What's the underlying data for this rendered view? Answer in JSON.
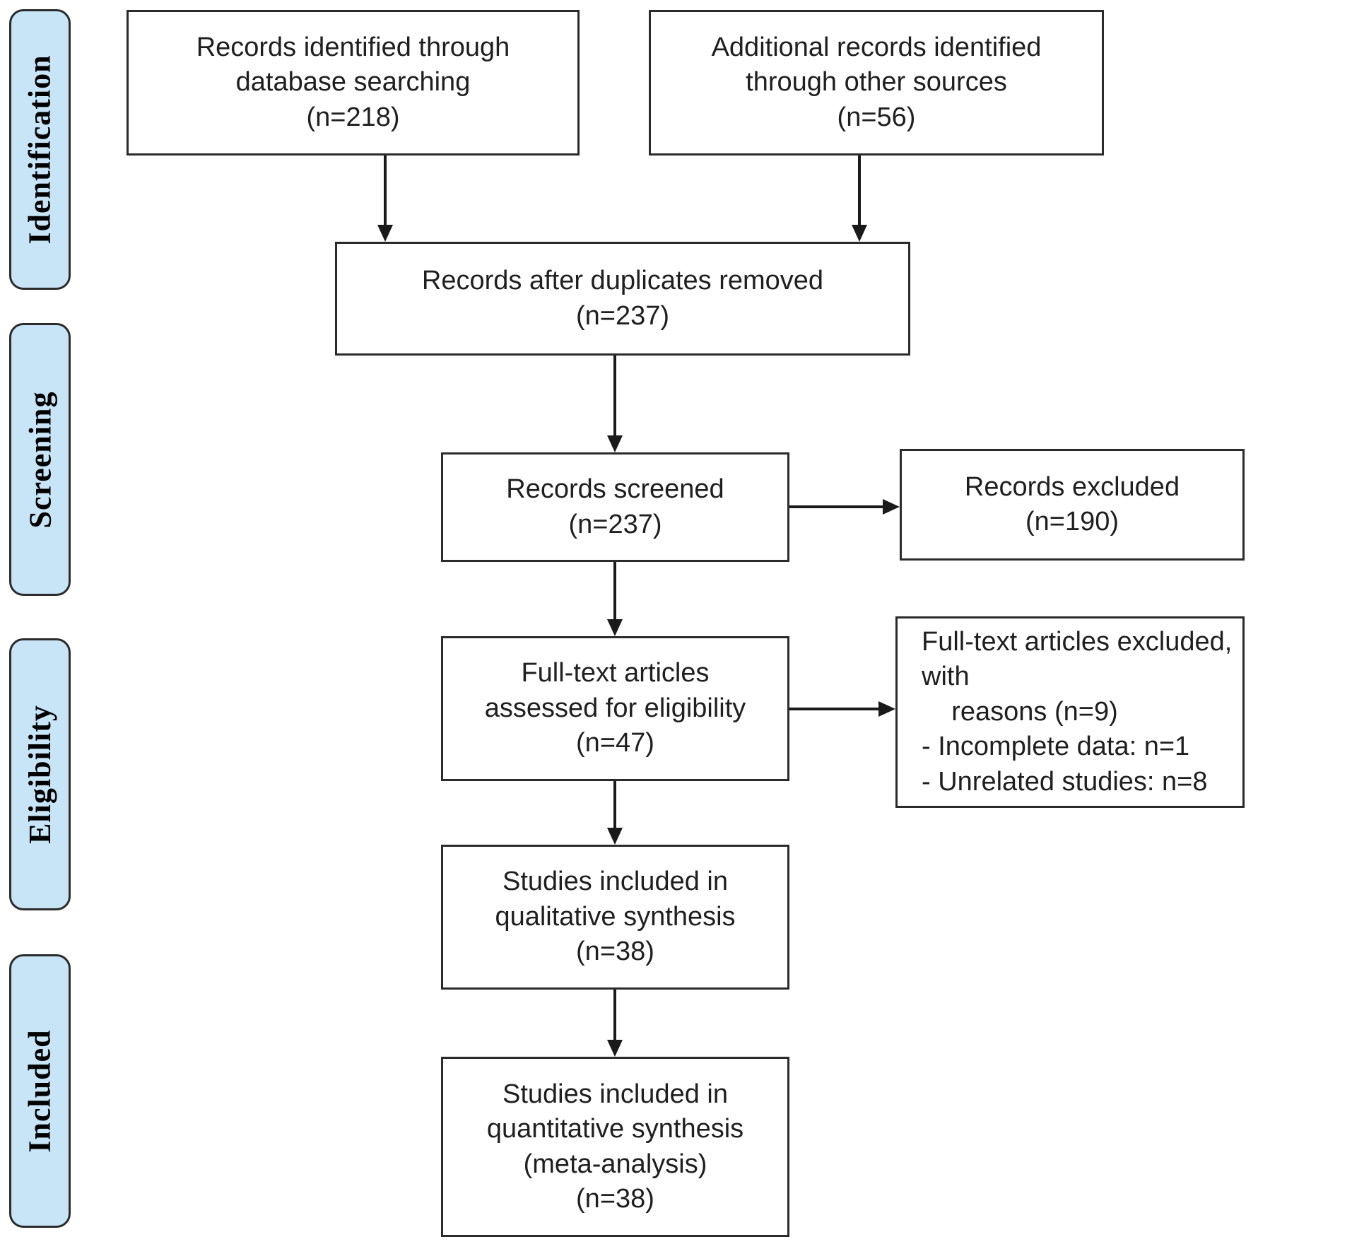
{
  "title": "PRISMA flow diagram",
  "colors": {
    "stage_fill": "#c8e4f7",
    "stage_border": "#2b2b2b",
    "box_border": "#2b2b2b",
    "arrow": "#1a1a1a",
    "text": "#1f1f1f",
    "background": "#ffffff"
  },
  "stages": [
    {
      "label": "Identification"
    },
    {
      "label": "Screening"
    },
    {
      "label": "Eligibility"
    },
    {
      "label": "Included"
    }
  ],
  "boxes": {
    "identified": "Records identified through\ndatabase searching\n(n=218)",
    "additional": "Additional records identified\nthrough other sources\n(n=56)",
    "deduplicated": "Records after duplicates removed\n(n=237)",
    "screened": "Records screened\n(n=237)",
    "excluded": "Records excluded\n(n=190)",
    "fulltext": "Full-text articles\nassessed for eligibility\n(n=47)",
    "fulltext_excluded": "Full-text articles excluded, with\n    reasons (n=9)\n- Incomplete data: n=1\n- Unrelated studies: n=8",
    "qualitative": "Studies included in\nqualitative synthesis\n(n=38)",
    "quantitative": "Studies included in\nquantitative synthesis\n(meta-analysis)\n(n=38)"
  }
}
